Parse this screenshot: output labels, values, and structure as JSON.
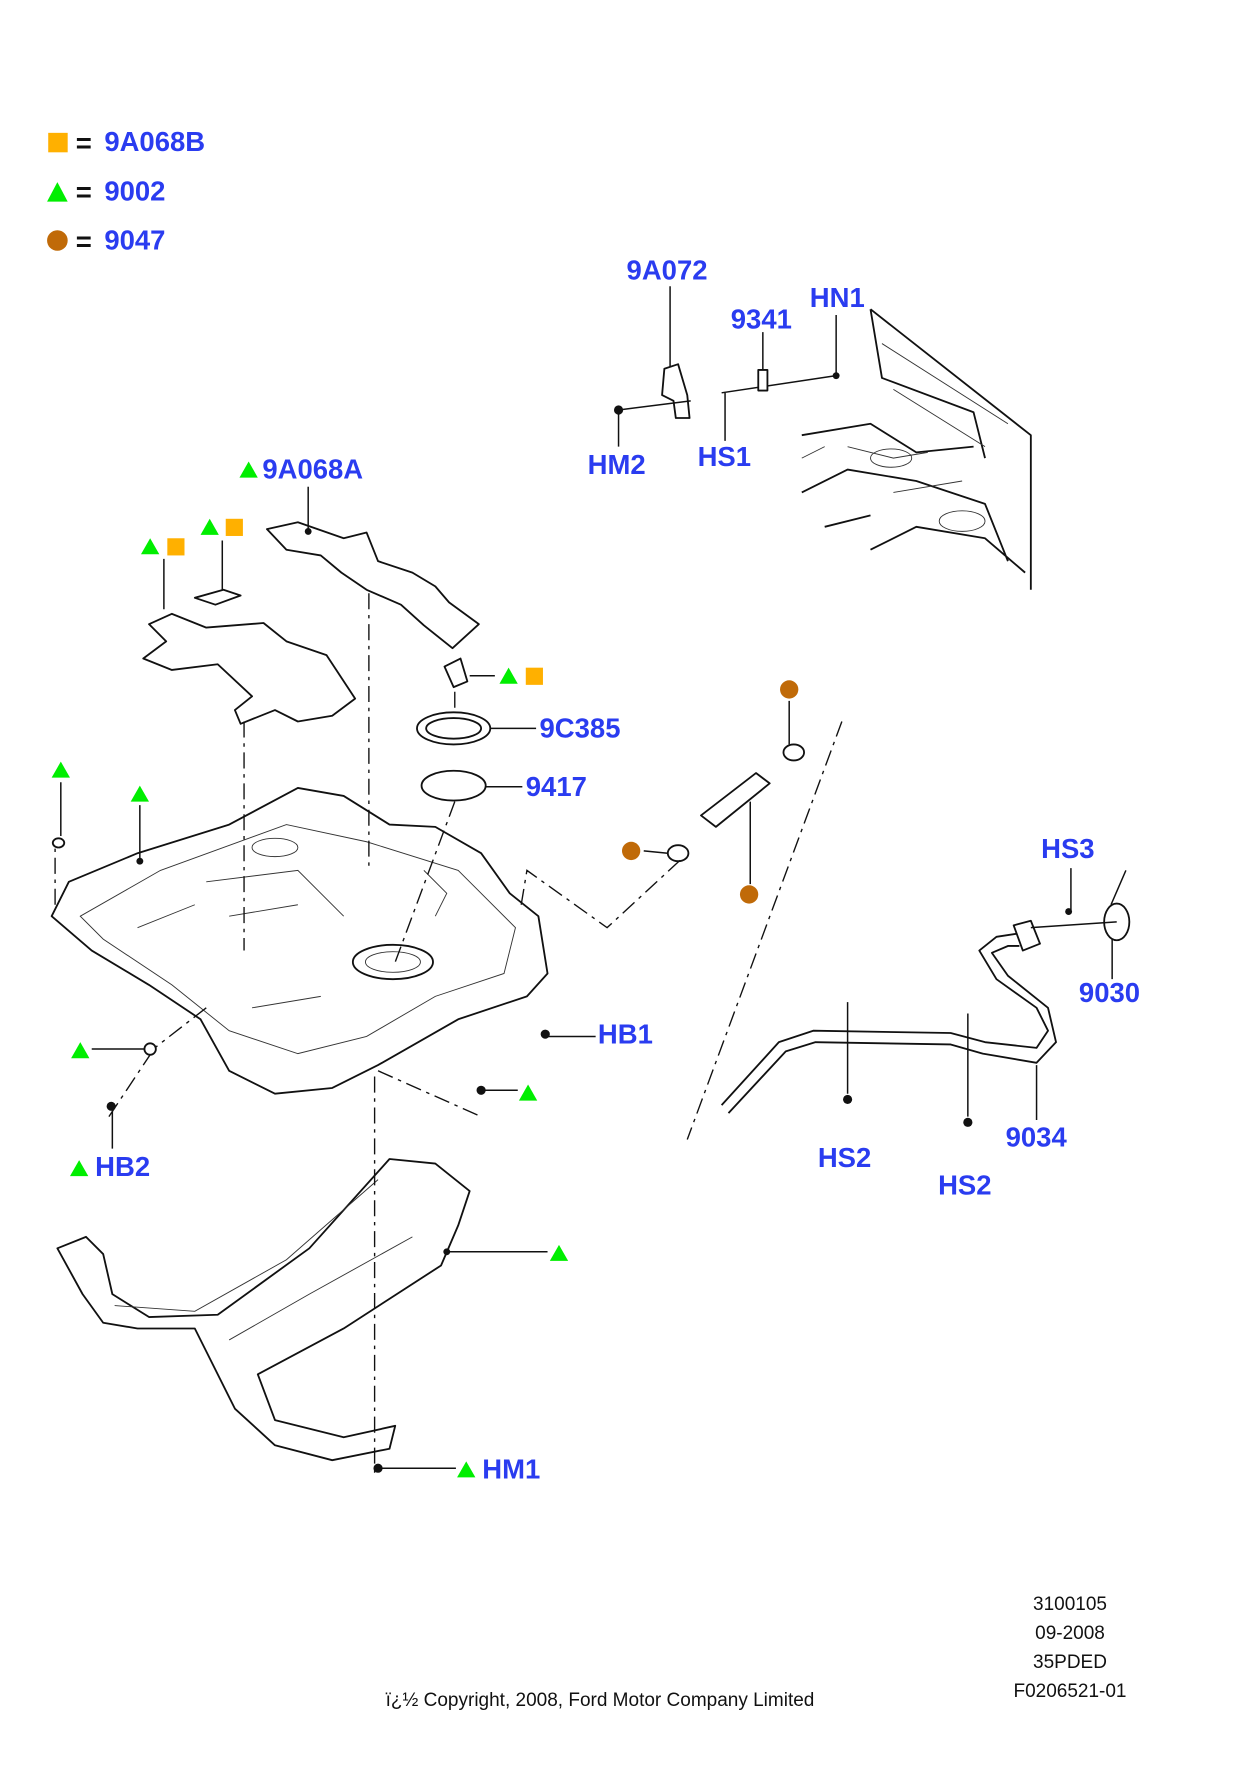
{
  "legend": [
    {
      "symbol": "square",
      "color": "#ffb000",
      "equals": "=",
      "part": "9A068B"
    },
    {
      "symbol": "triangle",
      "color": "#00ee00",
      "equals": "=",
      "part": "9002"
    },
    {
      "symbol": "circle",
      "color": "#c06a08",
      "equals": "=",
      "part": "9047"
    }
  ],
  "labels": {
    "l9A072": "9A072",
    "l9341": "9341",
    "lHN1": "HN1",
    "lHM2": "HM2",
    "lHS1": "HS1",
    "l9A068A": "9A068A",
    "l9C385": "9C385",
    "l9417": "9417",
    "lHS3": "HS3",
    "l9030": "9030",
    "lHB1": "HB1",
    "lHB2": "HB2",
    "l9034": "9034",
    "lHS2a": "HS2",
    "lHS2b": "HS2",
    "lHM1": "HM1"
  },
  "colors": {
    "label": "#2a3cf0",
    "square": "#ffb000",
    "triangle": "#00ee00",
    "circle": "#c06a08"
  },
  "footer": {
    "copyright": "ï¿½ Copyright, 2008, Ford Motor Company Limited",
    "ref_lines": [
      "3100105",
      "09-2008",
      "35PDED",
      "F0206521-01"
    ]
  }
}
